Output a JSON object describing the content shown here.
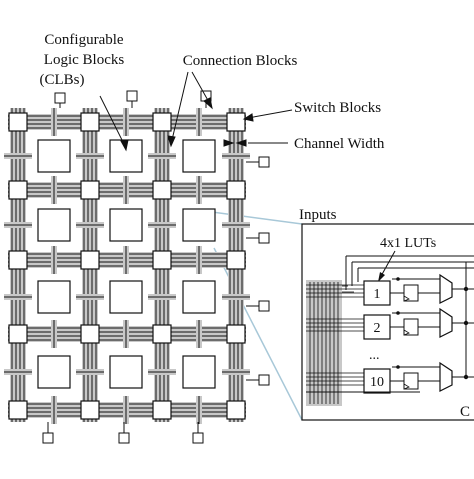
{
  "labels": {
    "clb_line1": "Configurable",
    "clb_line2": "Logic Blocks",
    "clb_line3": "(CLBs)",
    "connection_blocks": "Connection Blocks",
    "switch_blocks": "Switch Blocks",
    "channel_width": "Channel Width",
    "inputs": "Inputs",
    "luts": "4x1 LUTs",
    "lut_1": "1",
    "lut_2": "2",
    "ellipsis": "...",
    "lut_10": "10",
    "clb_detail_cut": "C"
  },
  "colors": {
    "stroke": "#111111",
    "channel_shade": "#c8c8c8",
    "zoom_line": "#a8c8d8",
    "background": "#ffffff"
  }
}
